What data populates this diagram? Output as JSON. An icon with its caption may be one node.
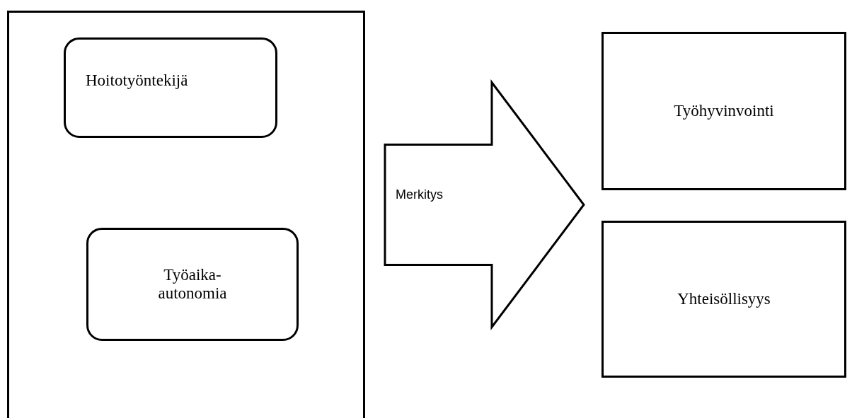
{
  "diagram": {
    "nodes": [
      {
        "text": [],
        "shape": "box"
      },
      {
        "text": [
          "Hoitotyöntekijä"
        ],
        "in": 0
      },
      {
        "text": [
          "Työaika- autonomia"
        ],
        "in": 0
      },
      {
        "text": [
          "Työhyvinvointi"
        ]
      },
      {
        "text": [
          "Yhteisöllisyys"
        ]
      }
    ],
    "edges": [
      {
        "from": 0,
        "to": 3,
        "arrow": "to",
        "label": "Merkitys"
      },
      {
        "from": 0,
        "to": 4,
        "arrow": "to"
      }
    ]
  }
}
